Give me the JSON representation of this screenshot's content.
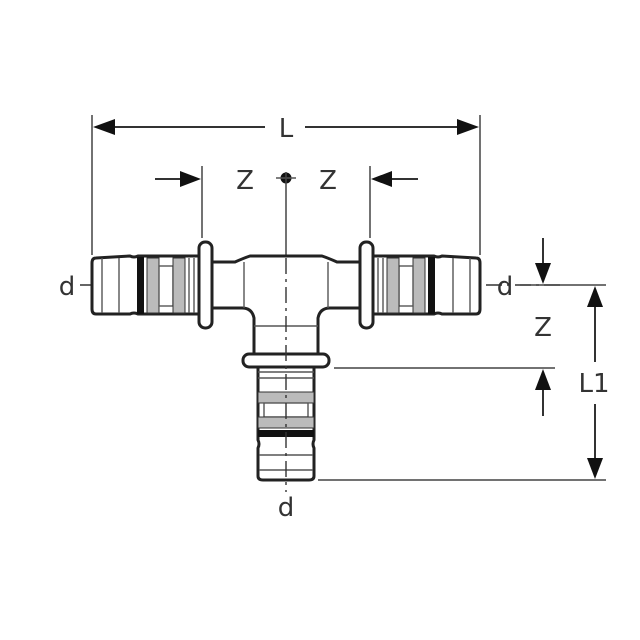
{
  "diagram": {
    "type": "technical-drawing",
    "subject": "pipe tee fitting with press connectors",
    "dimensions": {
      "overall_length": "L",
      "branch_length": "L1",
      "z_left": "Z",
      "z_right": "Z",
      "z_branch": "Z"
    },
    "port_labels": {
      "left": "d",
      "right": "d",
      "bottom": "d"
    },
    "colors": {
      "line": "#222222",
      "background": "#ffffff"
    }
  }
}
